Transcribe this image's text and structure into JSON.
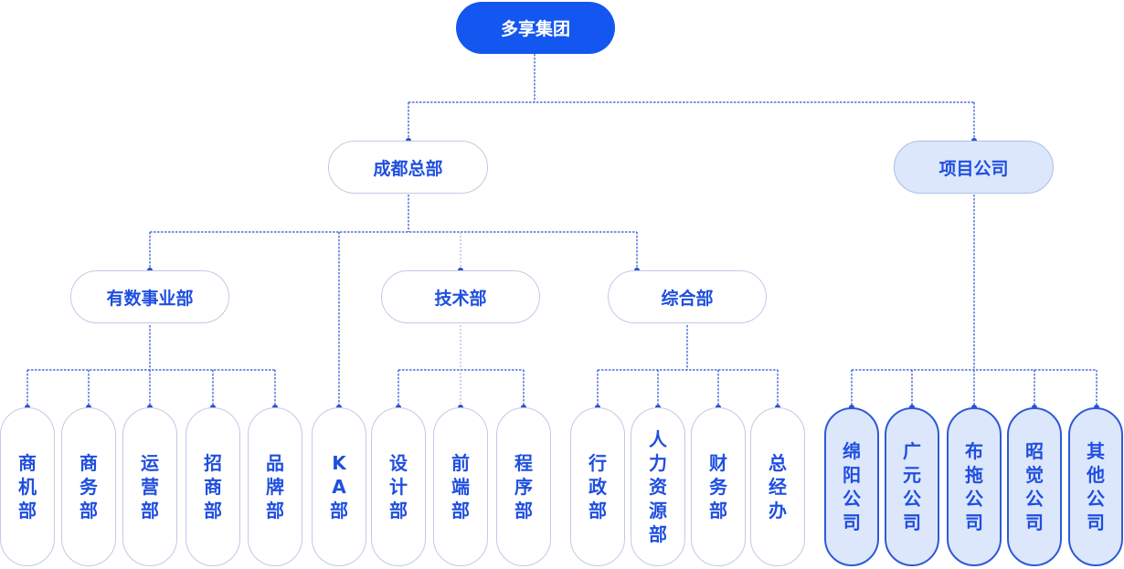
{
  "root": {
    "label": "多享集团"
  },
  "level2": {
    "chengdu": "成都总部",
    "project": "项目公司"
  },
  "level3": {
    "youshu": "有数事业部",
    "jishu": "技术部",
    "zonghe": "综合部"
  },
  "leaves": {
    "shangji": "商机部",
    "shangwu": "商务部",
    "yunying": "运营部",
    "zhaoshang": "招商部",
    "pinpai": "品牌部",
    "ka": "KA部",
    "sheji": "设计部",
    "qianduan": "前端部",
    "chengxu": "程序部",
    "xingzheng": "行政部",
    "renli": "人力资源部",
    "caiwu": "财务部",
    "zongjing": "总经办",
    "mianyang": "绵阳公司",
    "guangyuan": "广元公司",
    "butuo": "布拖公司",
    "zhaojue": "昭觉公司",
    "qita": "其他公司"
  },
  "colors": {
    "root_fill": "#1456f0",
    "text": "#1f4fe0",
    "connector": "#2a4fd6",
    "node_border": "#c3c9e4",
    "project_fill": "#dde7fb",
    "project_border": "#2e5ad6"
  }
}
